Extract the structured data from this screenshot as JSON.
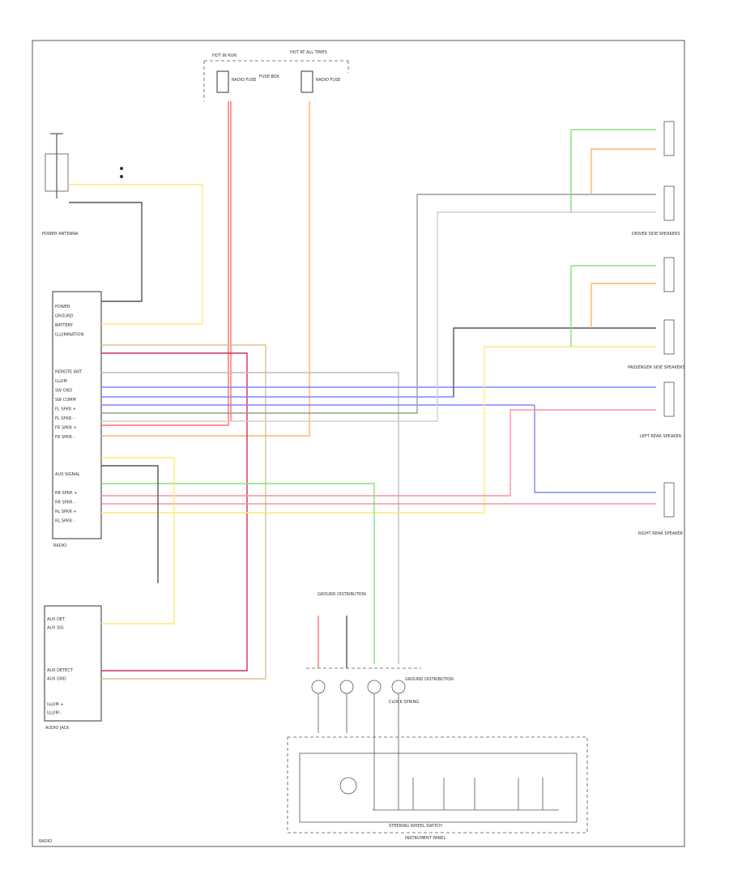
{
  "radio": {
    "label": "RADIO",
    "pins": [
      "POWER",
      "GROUND",
      "BATTERY",
      "ILLUMINATION",
      "",
      "",
      "",
      "REMOTE ANT",
      "ILLUM",
      "SW GND",
      "SW COMM",
      "FL SPKR +",
      "FL SPKR -",
      "FR SPKR +",
      "FR SPKR -",
      "",
      "",
      "",
      "AUX SIGNAL",
      "",
      "RR SPKR +",
      "RR SPKR -",
      "RL SPKR +",
      "RL SPKR -"
    ]
  },
  "aux_jack": {
    "label": "AUDIO JACK",
    "pins": [
      "AUX DET",
      "AUX SIG",
      "",
      "",
      "",
      "",
      "AUX DETECT",
      "AUX GND",
      "",
      "",
      "ILLUM +",
      "ILLUM -"
    ]
  },
  "labels": {
    "hot_run": "HOT IN RUN",
    "hot_all": "HOT AT ALL TIMES",
    "fuse_1": "RADIO FUSE",
    "fuse_2": "RADIO FUSE",
    "fuse_box": "FUSE BOX",
    "antenna": "POWER ANTENNA",
    "fl_speaker": "DRIVER SIDE SPEAKERS",
    "fr_speaker": "PASSENGER SIDE SPEAKERS",
    "rl_speaker": "LEFT REAR SPEAKER",
    "rr_speaker": "RIGHT REAR SPEAKER",
    "steering_switch": "STEERING WHEEL SWITCH",
    "ground_1": "GROUND DISTRIBUTION",
    "ground_2": "GROUND DISTRIBUTION",
    "clock_spring": "CLOCK SPRING",
    "instrument": "INSTRUMENT PANEL",
    "footer": "RADIO"
  },
  "colors": {
    "red": "#ff6f6f",
    "pink": "#ff8fa0",
    "orange": "#ffb36b",
    "yellow": "#ffe97a",
    "green": "#86e07a",
    "blue": "#7f86ff",
    "black": "#555555",
    "gray": "#bdbdbd",
    "crimson": "#cc3355",
    "tan": "#d9c28a"
  }
}
